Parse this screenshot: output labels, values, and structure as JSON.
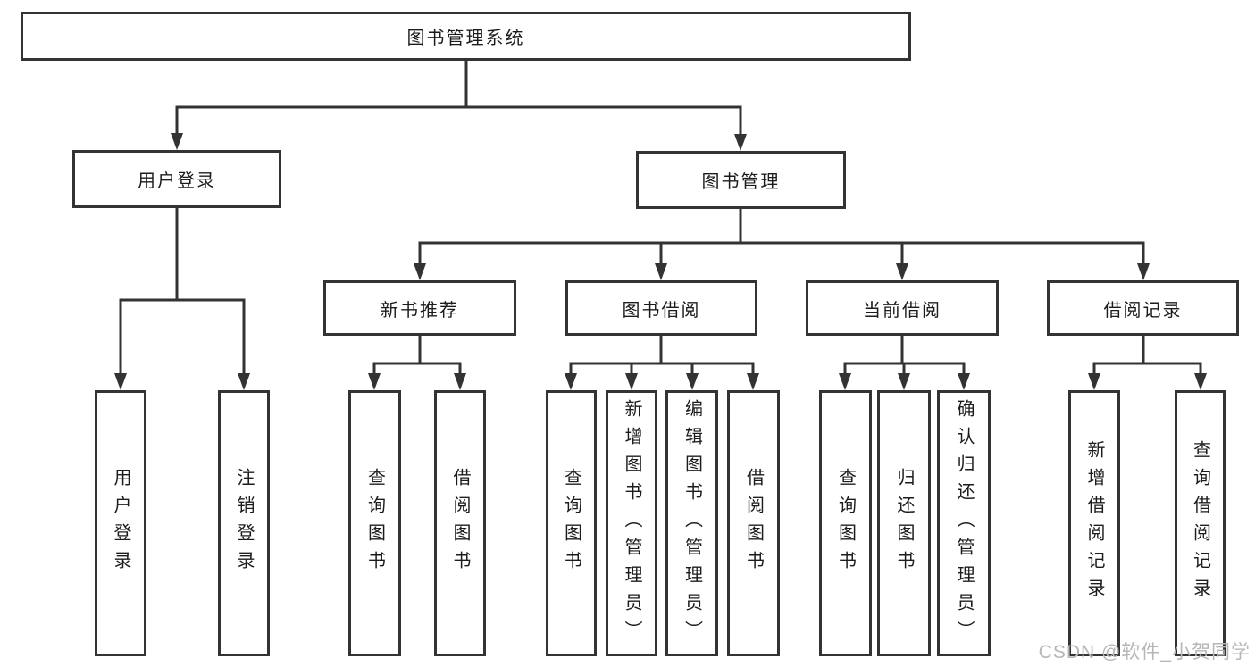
{
  "watermark": "CSDN @软件_小贺同学",
  "colors": {
    "line": "#333333",
    "text": "#1c1c1c",
    "watermark_text": "#b6b6b6",
    "background": "#ffffff"
  },
  "tree": {
    "root": {
      "label": "图书管理系统"
    },
    "branches": [
      {
        "label": "用户登录",
        "leaves": [
          {
            "label": "用户登录"
          },
          {
            "label": "注销登录"
          }
        ]
      },
      {
        "label": "图书管理",
        "sections": [
          {
            "label": "新书推荐",
            "leaves": [
              {
                "label": "查询图书"
              },
              {
                "label": "借阅图书"
              }
            ]
          },
          {
            "label": "图书借阅",
            "leaves": [
              {
                "label": "查询图书"
              },
              {
                "label": "新增图书（管理员）"
              },
              {
                "label": "编辑图书（管理员）"
              },
              {
                "label": "借阅图书"
              }
            ]
          },
          {
            "label": "当前借阅",
            "leaves": [
              {
                "label": "查询图书"
              },
              {
                "label": "归还图书"
              },
              {
                "label": "确认归还（管理员）"
              }
            ]
          },
          {
            "label": "借阅记录",
            "leaves": [
              {
                "label": "新增借阅记录"
              },
              {
                "label": "查询借阅记录"
              }
            ]
          }
        ]
      }
    ]
  }
}
